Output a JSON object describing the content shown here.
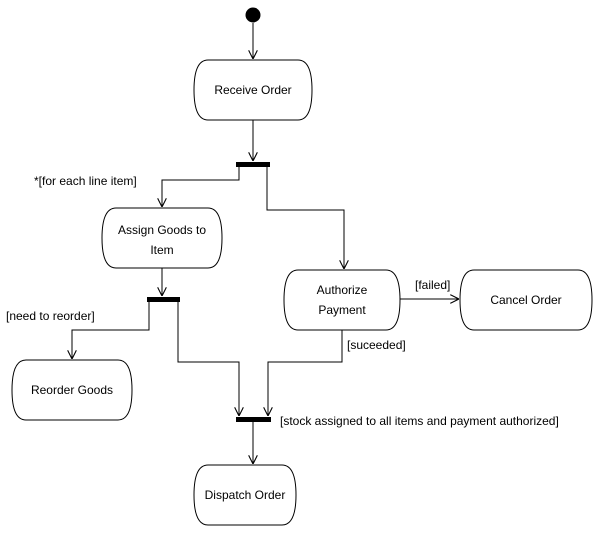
{
  "activities": {
    "receive_order": "Receive Order",
    "assign_goods_line1": "Assign Goods to",
    "assign_goods_line2": "Item",
    "authorize_line1": "Authorize",
    "authorize_line2": "Payment",
    "cancel_order": "Cancel Order",
    "reorder_goods": "Reorder Goods",
    "dispatch_order": "Dispatch Order"
  },
  "guards": {
    "for_each_line_item": "*[for each line item]",
    "need_to_reorder": "[need to reorder]",
    "failed": "[failed]",
    "succeeded": "[suceeded]",
    "stock_and_payment": "[stock assigned to all items and payment authorized]"
  }
}
